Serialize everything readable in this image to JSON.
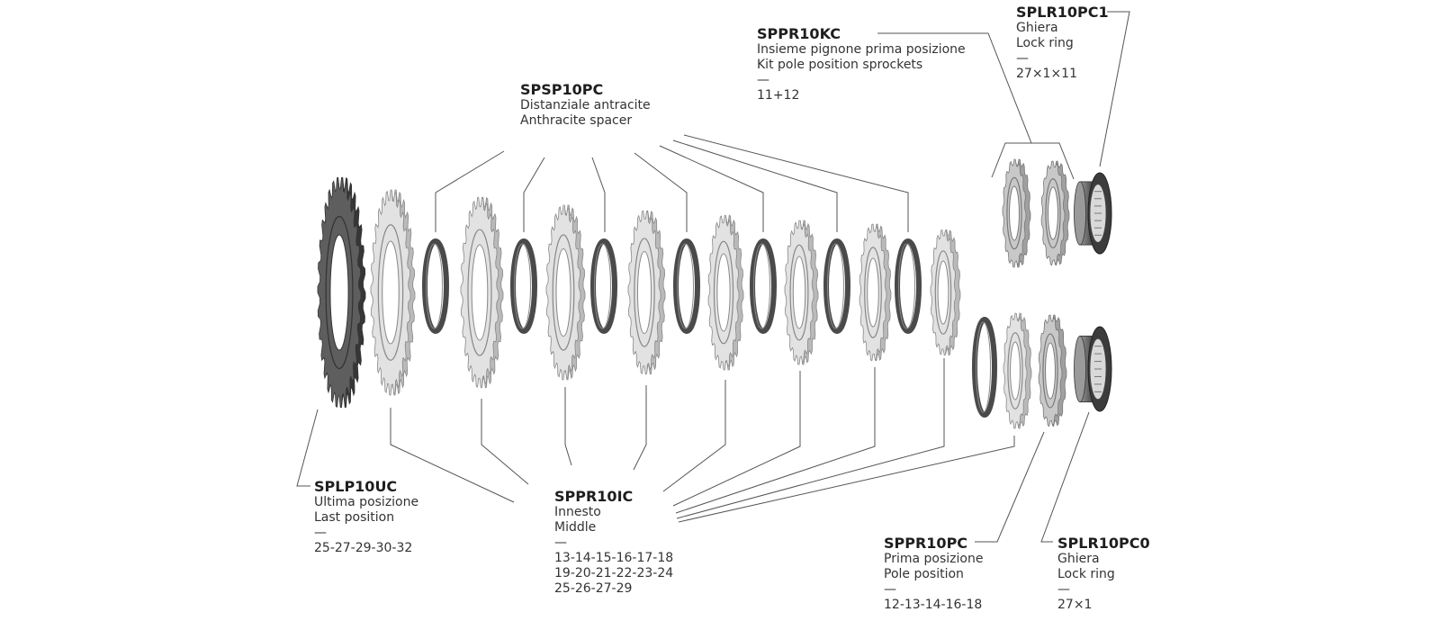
{
  "parts": {
    "splp10uc": {
      "code": "SPLP10UC",
      "it": "Ultima posizione",
      "en": "Last position",
      "dash": "—",
      "sizes": [
        "25-27-29-30-32"
      ]
    },
    "spsp10pc": {
      "code": "SPSP10PC",
      "it": "Distanziale antracite",
      "en": "Anthracite spacer"
    },
    "sppr10ic": {
      "code": "SPPR10IC",
      "it": "Innesto",
      "en": "Middle",
      "dash": "—",
      "sizes": [
        "13-14-15-16-17-18",
        "19-20-21-22-23-24",
        "25-26-27-29"
      ]
    },
    "sppr10kc": {
      "code": "SPPR10KC",
      "it": "Insieme pignone prima posizione",
      "en": "Kit pole position sprockets",
      "dash": "—",
      "sizes": [
        "11+12"
      ]
    },
    "splr10pc1": {
      "code": "SPLR10PC1",
      "it": "Ghiera",
      "en": "Lock ring",
      "dash": "—",
      "sizes": [
        "27×1×11"
      ]
    },
    "sppr10pc": {
      "code": "SPPR10PC",
      "it": "Prima posizione",
      "en": "Pole position",
      "dash": "—",
      "sizes": [
        "12-13-14-16-18"
      ]
    },
    "splr10pc0": {
      "code": "SPLR10PC0",
      "it": "Ghiera",
      "en": "Lock ring",
      "dash": "—",
      "sizes": [
        "27×1"
      ]
    }
  },
  "colors": {
    "dark_sprocket": "#5e5e5e",
    "light_sprocket": "#e2e2e2",
    "silver_sprocket": "#c8c8c8",
    "spacer_ring": "#4a4a4a",
    "lock_ring": "#6a6a6a",
    "leader_line": "#555555"
  }
}
